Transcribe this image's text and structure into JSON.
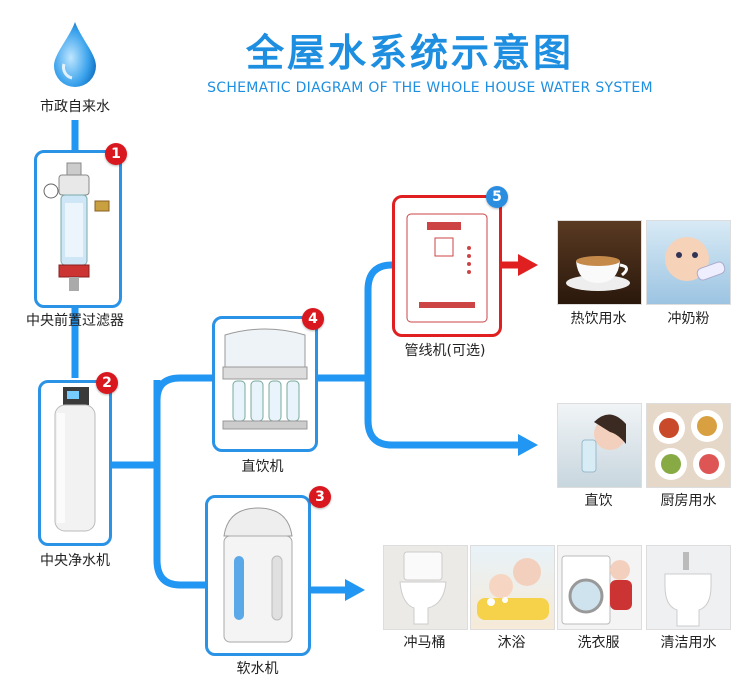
{
  "title": "全屋水系统示意图",
  "subtitle": "SCHEMATIC DIAGRAM OF THE WHOLE HOUSE WATER SYSTEM",
  "source_label": "市政自来水",
  "devices": [
    {
      "num": "1",
      "label": "中央前置过滤器"
    },
    {
      "num": "2",
      "label": "中央净水机"
    },
    {
      "num": "3",
      "label": "软水机"
    },
    {
      "num": "4",
      "label": "直饮机"
    },
    {
      "num": "5",
      "label": "管线机(可选)"
    }
  ],
  "uses": {
    "pipeline": [
      "热饮用水",
      "冲奶粉"
    ],
    "direct": [
      "直饮",
      "厨房用水"
    ],
    "soft": [
      "冲马桶",
      "沐浴",
      "洗衣服",
      "清洁用水"
    ]
  },
  "colors": {
    "pipe": "#2196f3",
    "accent": "#1e8fe0",
    "badge_red": "#d9171e",
    "badge_blue": "#2b8de0",
    "arrow_red": "#e02020"
  }
}
